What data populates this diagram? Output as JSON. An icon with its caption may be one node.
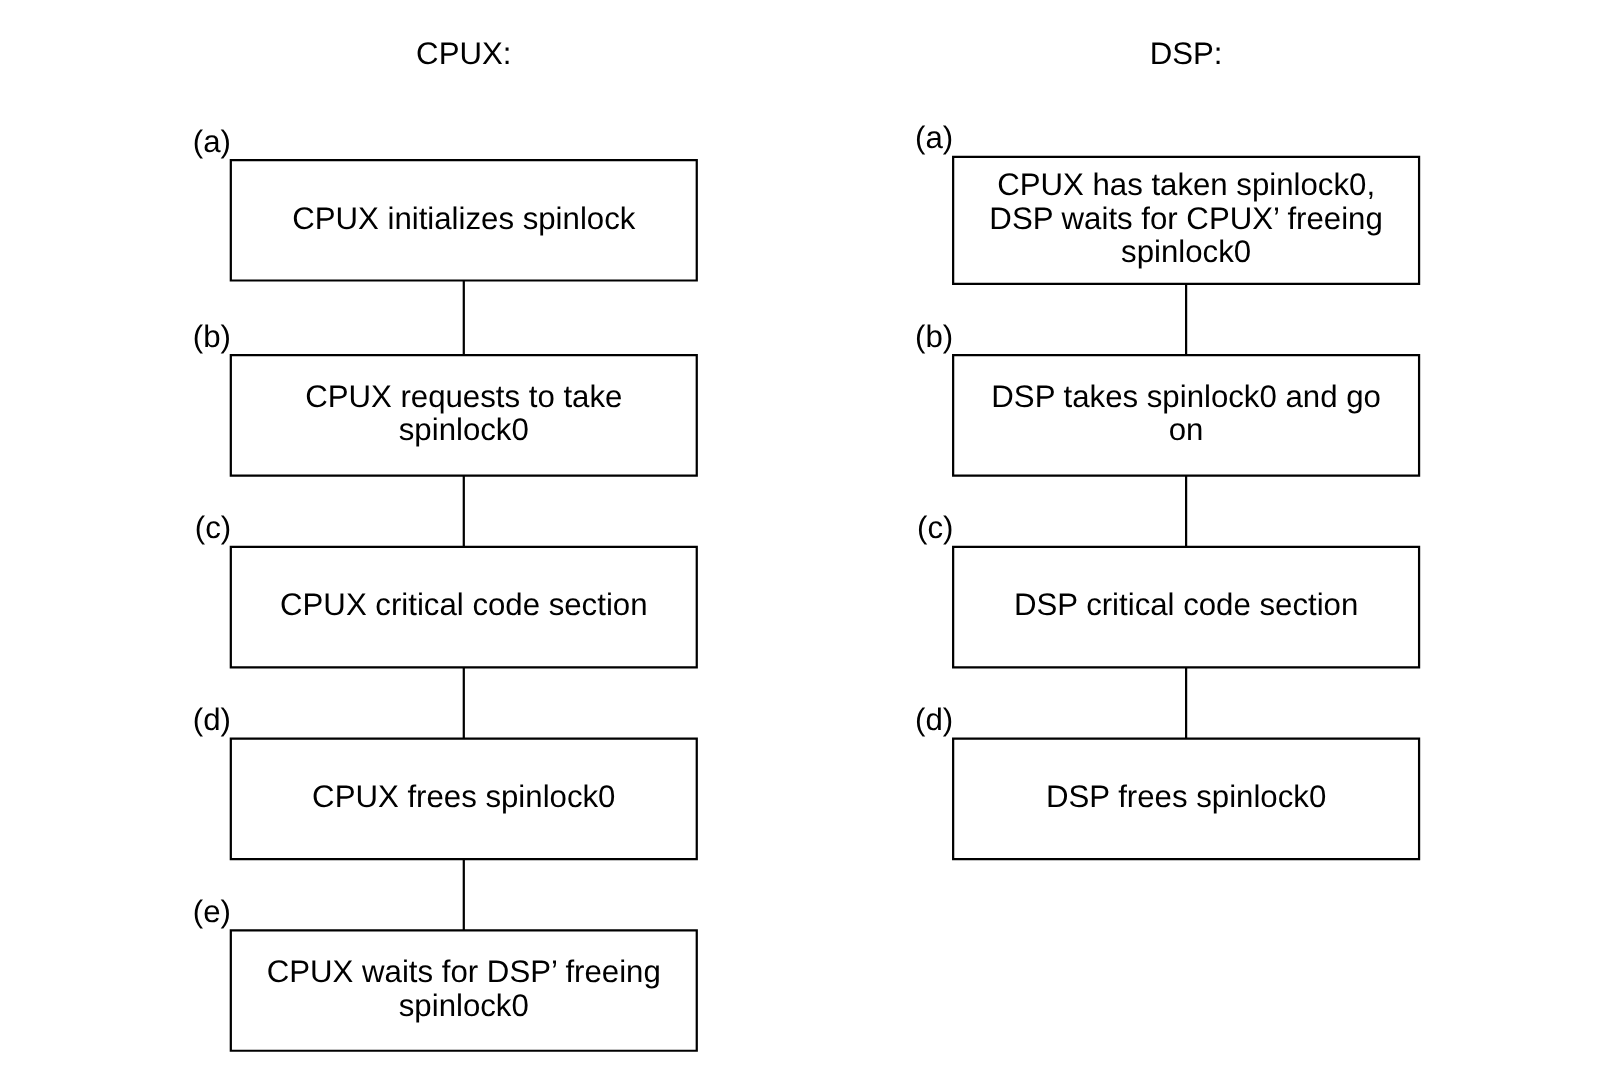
{
  "diagram": {
    "nodes": [
      {
        "text": [
          "CPUX initializes spinlock"
        ],
        "beside": [
          "(a)"
        ]
      },
      {
        "text": [
          "CPUX requests to take spinlock0"
        ],
        "beside": [
          "(b)"
        ]
      },
      {
        "text": [
          "CPUX critical code section"
        ],
        "beside": [
          "(c)"
        ]
      },
      {
        "text": [
          "CPUX frees spinlock0"
        ],
        "beside": [
          "(d)"
        ]
      },
      {
        "text": [
          "CPUX waits for DSP’ freeing spinlock0"
        ],
        "beside": [
          "(e)"
        ]
      },
      {
        "text": [
          "CPUX has taken spinlock0, DSP waits for CPUX’ freeing spinlock0"
        ],
        "beside": [
          "(a)"
        ]
      },
      {
        "text": [
          "DSP takes spinlock0 and go on"
        ],
        "beside": [
          "(b)"
        ]
      },
      {
        "text": [
          "DSP critical code section"
        ],
        "beside": [
          "(c)"
        ]
      },
      {
        "text": [
          "DSP frees spinlock0"
        ],
        "beside": [
          "(d)"
        ]
      }
    ],
    "edges": [
      {
        "from": 0,
        "to": 1,
        "arrow": "none"
      },
      {
        "from": 1,
        "to": 2,
        "arrow": "none"
      },
      {
        "from": 2,
        "to": 3,
        "arrow": "none"
      },
      {
        "from": 3,
        "to": 4,
        "arrow": "none"
      },
      {
        "from": 5,
        "to": 6,
        "arrow": "none"
      },
      {
        "from": 6,
        "to": 7,
        "arrow": "none"
      },
      {
        "from": 7,
        "to": 8,
        "arrow": "none"
      }
    ],
    "labels": [
      "CPUX:",
      "DSP:"
    ]
  }
}
